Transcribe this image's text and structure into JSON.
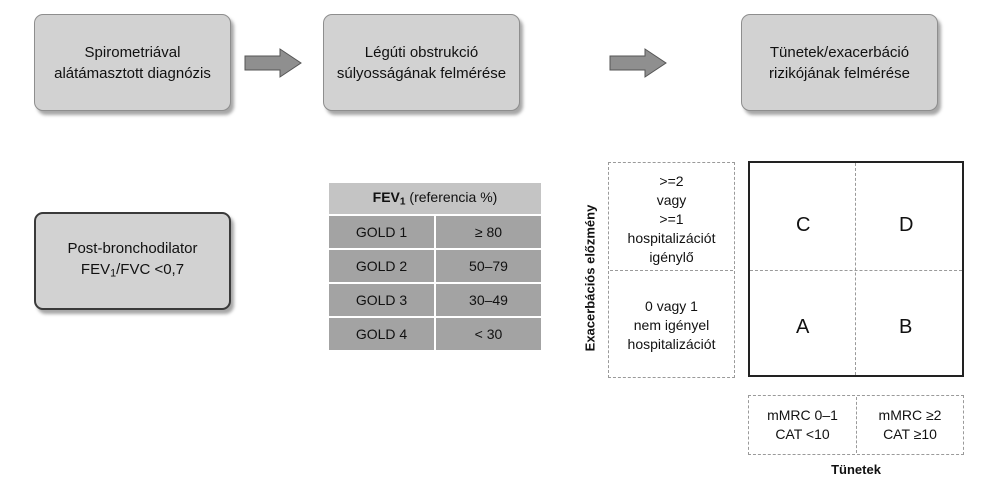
{
  "steps": [
    {
      "line1": "Spirometriával",
      "line2": "alátámasztott diagnózis"
    },
    {
      "line1": "Légúti obstrukció",
      "line2": "súlyosságának felmérése"
    },
    {
      "line1": "Tünetek/exacerbáció",
      "line2": "rizikójának felmérése"
    }
  ],
  "criterion": {
    "line1": "Post-bronchodilator",
    "line2_prefix": "FEV",
    "line2_sub": "1",
    "line2_suffix": "/FVC <0,7"
  },
  "fev_table": {
    "header_main": "FEV",
    "header_sub": "1",
    "header_suffix": " (referencia %)",
    "rows": [
      {
        "stage": "GOLD 1",
        "range": "≥ 80"
      },
      {
        "stage": "GOLD 2",
        "range": "50–79"
      },
      {
        "stage": "GOLD 3",
        "range": "30–49"
      },
      {
        "stage": "GOLD 4",
        "range": "< 30"
      }
    ]
  },
  "risk_matrix": {
    "y_axis_label": "Exacerbációs előzmény",
    "x_axis_label": "Tünetek",
    "high_risk": [
      ">=2",
      "vagy",
      ">=1",
      "hospitalizációt",
      "igénylő"
    ],
    "low_risk": [
      "0 vagy 1",
      "nem igényel",
      "hospitalizációt"
    ],
    "groups": {
      "top_left": "C",
      "top_right": "D",
      "bottom_left": "A",
      "bottom_right": "B"
    },
    "symptom_low": [
      "mMRC 0–1",
      "CAT <10"
    ],
    "symptom_high": [
      "mMRC ≥2",
      "CAT ≥10"
    ]
  },
  "colors": {
    "box_fill": "#d2d2d2",
    "table_header": "#c4c4c4",
    "table_cell": "#a3a3a3",
    "arrow_fill": "#8f8f8f"
  }
}
